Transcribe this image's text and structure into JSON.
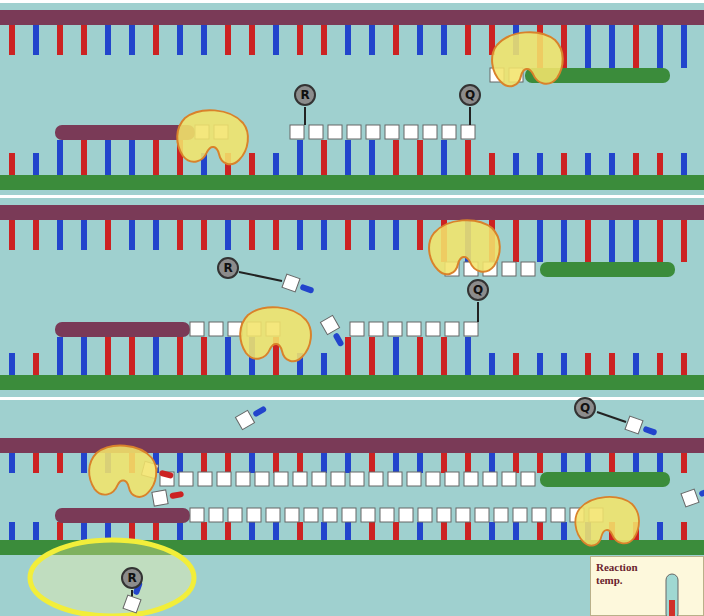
{
  "diagram": {
    "nodes": [
      {
        "text": [
          "R"
        ]
      },
      {
        "text": [
          "Q"
        ]
      },
      {
        "text": [
          "R"
        ]
      },
      {
        "text": [
          "Q"
        ]
      },
      {
        "text": [
          "Q"
        ]
      },
      {
        "text": [
          "R"
        ]
      },
      {
        "text": [
          "Reaction temp."
        ]
      }
    ]
  }
}
